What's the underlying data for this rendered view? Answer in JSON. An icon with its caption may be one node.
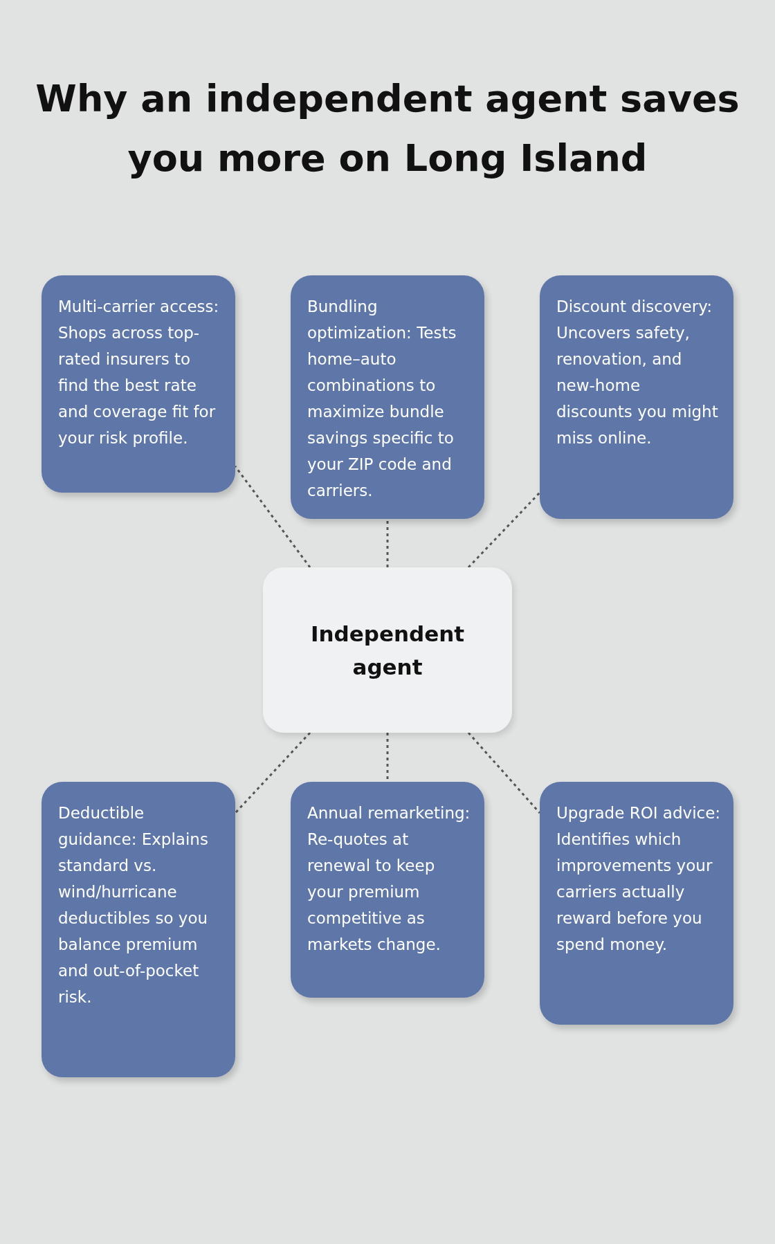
{
  "diagram": {
    "title": "Why an independent agent saves you more on Long Island",
    "nodes": [
      {
        "text": [
          "Multi-carrier access: Shops across top-rated insurers to find the best rate and coverage fit for your risk profile."
        ]
      },
      {
        "text": [
          "Bundling optimization: Tests home–auto combinations to maximize bundle savings specific to your ZIP code and carriers."
        ]
      },
      {
        "text": [
          "Discount discovery: Uncovers safety, renovation, and new-home discounts you might miss online."
        ]
      },
      {
        "text": [
          "Independent agent"
        ]
      },
      {
        "text": [
          "Deductible guidance: Explains standard vs. wind/hurricane deductibles so you balance premium and out-of-pocket risk."
        ]
      },
      {
        "text": [
          "Annual remarketing: Re-quotes at renewal to keep your premium competitive as markets change."
        ]
      },
      {
        "text": [
          "Upgrade ROI advice: Identifies which improvements your carriers actually reward before you spend money."
        ]
      }
    ],
    "edges": [
      {
        "from": 3,
        "to": 0,
        "arrow": "none",
        "style": "dashed"
      },
      {
        "from": 3,
        "to": 1,
        "arrow": "none",
        "style": "dashed"
      },
      {
        "from": 3,
        "to": 2,
        "arrow": "none",
        "style": "dashed"
      },
      {
        "from": 3,
        "to": 4,
        "arrow": "none",
        "style": "dashed"
      },
      {
        "from": 3,
        "to": 5,
        "arrow": "none",
        "style": "dashed"
      },
      {
        "from": 3,
        "to": 6,
        "arrow": "none",
        "style": "dashed"
      }
    ]
  }
}
